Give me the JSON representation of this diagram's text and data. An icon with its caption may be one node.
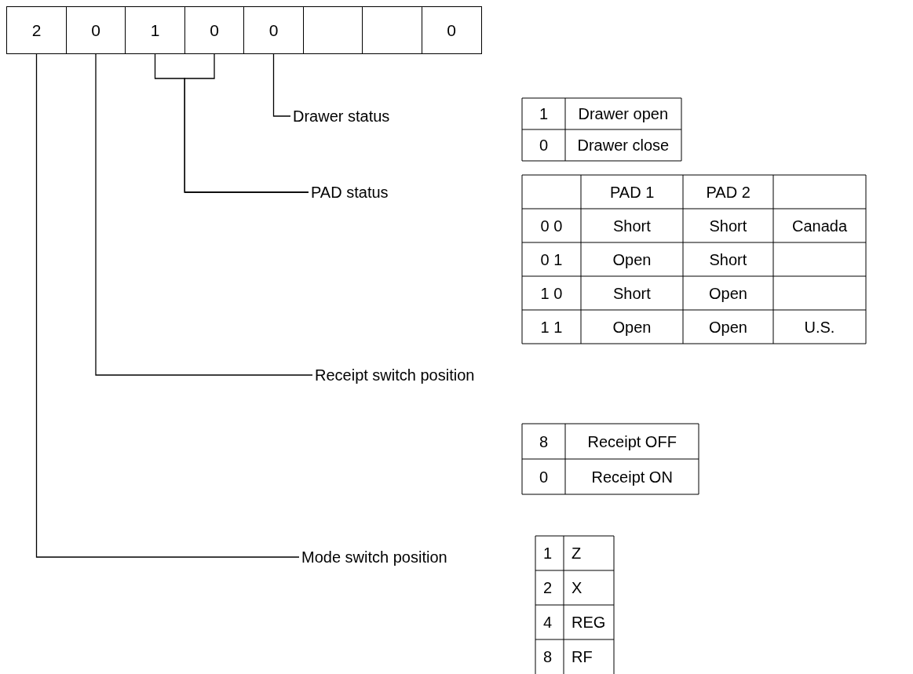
{
  "diagram": {
    "nodes": [
      {
        "text": [
          "2"
        ]
      },
      {
        "text": [
          "0"
        ]
      },
      {
        "text": [
          "1"
        ]
      },
      {
        "text": [
          "0"
        ]
      },
      {
        "text": [
          "0"
        ]
      },
      {
        "text": [],
        "shape": "box"
      },
      {
        "text": [],
        "shape": "box"
      },
      {
        "text": [
          "0"
        ]
      },
      {
        "text": [
          "Drawer status"
        ]
      },
      {
        "text": [
          "PAD status"
        ]
      },
      {
        "text": [
          "Receipt switch position"
        ]
      },
      {
        "text": [
          "Mode switch position"
        ]
      }
    ],
    "edges": [
      {
        "from": 8,
        "to": 4,
        "arrow": "none"
      },
      {
        "from": 9,
        "to": 2,
        "arrow": "none"
      },
      {
        "from": 9,
        "to": 3,
        "arrow": "none"
      },
      {
        "from": 10,
        "to": 1,
        "arrow": "none"
      },
      {
        "from": 11,
        "to": 0,
        "arrow": "none"
      }
    ],
    "labels": [
      "1",
      "Drawer open",
      "0",
      "Drawer close",
      "PAD 1",
      "PAD 2",
      "0 0",
      "Short",
      "Short",
      "Canada",
      "0 1",
      "Open",
      "Short",
      "1 0",
      "Short",
      "Open",
      "1 1",
      "Open",
      "Open",
      "U.S.",
      "8",
      "Receipt OFF",
      "0",
      "Receipt ON",
      "1",
      "Z",
      "2",
      "X",
      "4",
      "REG",
      "8",
      "RF"
    ]
  }
}
